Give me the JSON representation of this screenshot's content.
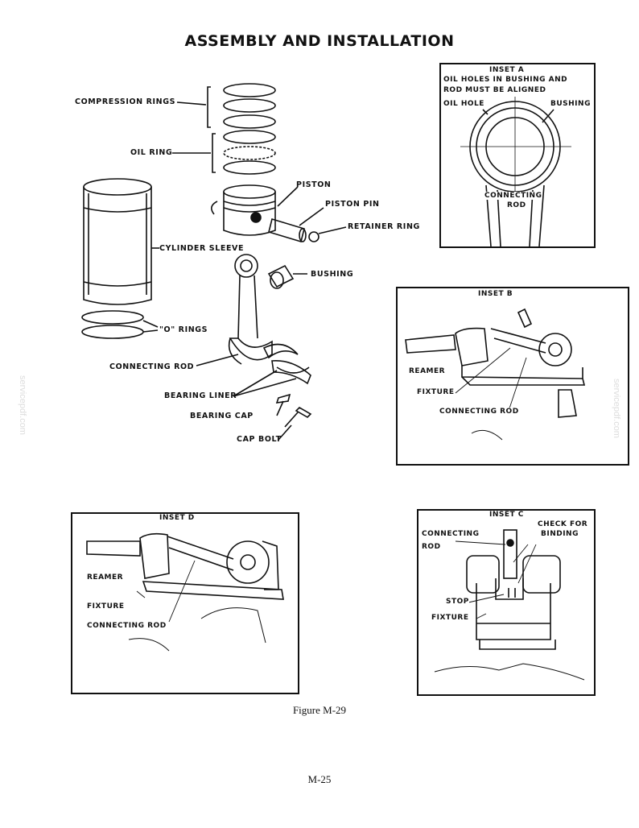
{
  "page": {
    "title": "ASSEMBLY AND INSTALLATION",
    "caption": "Figure M-29",
    "page_number": "M-25",
    "watermark": "servicepdf.com"
  },
  "main_diagram": {
    "labels": {
      "compression_rings": "COMPRESSION RINGS",
      "oil_ring": "OIL RING",
      "piston": "PISTON",
      "piston_pin": "PISTON PIN",
      "retainer_ring": "RETAINER RING",
      "cylinder_sleeve": "CYLINDER SLEEVE",
      "bushing": "BUSHING",
      "o_rings": "\"O\" RINGS",
      "connecting_rod": "CONNECTING ROD",
      "bearing_liner": "BEARING LINER",
      "bearing_cap": "BEARING CAP",
      "cap_bolt": "CAP BOLT"
    }
  },
  "inset_a": {
    "title": "INSET A",
    "note_line1": "OIL HOLES IN BUSHING AND",
    "note_line2": "ROD MUST BE ALIGNED",
    "oil_hole": "OIL HOLE",
    "bushing": "BUSHING",
    "connecting": "CONNECTING",
    "rod": "ROD"
  },
  "inset_b": {
    "title": "INSET B",
    "reamer": "REAMER",
    "fixture": "FIXTURE",
    "connecting_rod": "CONNECTING ROD"
  },
  "inset_c": {
    "title": "INSET C",
    "connecting": "CONNECTING",
    "rod": "ROD",
    "check_for": "CHECK FOR",
    "binding": "BINDING",
    "stop": "STOP",
    "fixture": "FIXTURE"
  },
  "inset_d": {
    "title": "INSET D",
    "reamer": "REAMER",
    "fixture": "FIXTURE",
    "connecting_rod": "CONNECTING ROD"
  }
}
